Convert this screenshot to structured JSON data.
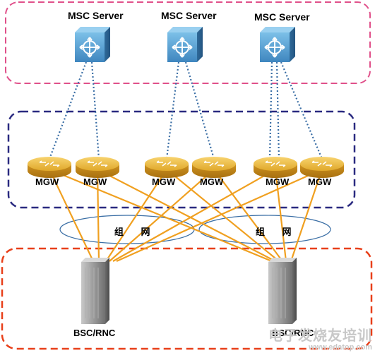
{
  "msc_servers": [
    {
      "label": "MSC Server"
    },
    {
      "label": "MSC Server"
    },
    {
      "label": "MSC Server"
    }
  ],
  "mgws": [
    {
      "label": "MGW"
    },
    {
      "label": "MGW"
    },
    {
      "label": "MGW"
    },
    {
      "label": "MGW"
    },
    {
      "label": "MGW"
    },
    {
      "label": "MGW"
    }
  ],
  "networks": [
    {
      "label": "组 网"
    },
    {
      "label": "组 网"
    }
  ],
  "bsc_rncs": [
    {
      "label": "BSC/RNC"
    },
    {
      "label": "BSC/RNC"
    }
  ],
  "watermark": {
    "title": "电子发烧友培训",
    "url": "www.edatop.com"
  },
  "colors": {
    "server_zone_border": "#e0508a",
    "mgw_zone_border": "#2a2a80",
    "bsc_zone_border": "#e8401a",
    "signal_link": "#3a6ea5",
    "bearer_link": "#f0a020",
    "network_ellipse": "#3a6ea5",
    "server_box": "#5aa0d0",
    "mgw_router": "#e8b030"
  }
}
